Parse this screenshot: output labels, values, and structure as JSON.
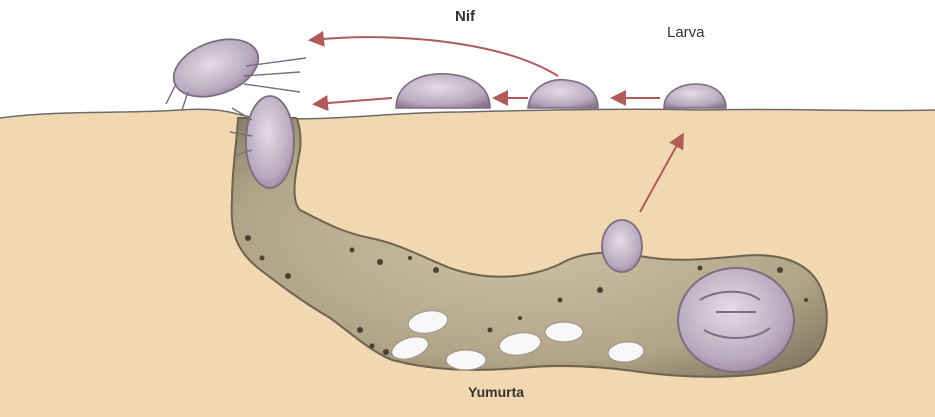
{
  "labels": {
    "nymph": "Nif",
    "larva": "Larva",
    "egg": "Yumurta"
  },
  "colors": {
    "soil": "#f2d8b0",
    "burrow": "#b7a98d",
    "burrow_dark": "#6f6452",
    "mite_body": "#c6b6c6",
    "mite_shade": "#8f7d92",
    "egg": "#f7f7f7",
    "arrow": "#b05a5a",
    "ground_line": "#6b6b6b"
  },
  "icons": [
    "adult-mite-icon",
    "nymph-icon",
    "larva-icon",
    "egg-icon",
    "arrow-icon"
  ]
}
